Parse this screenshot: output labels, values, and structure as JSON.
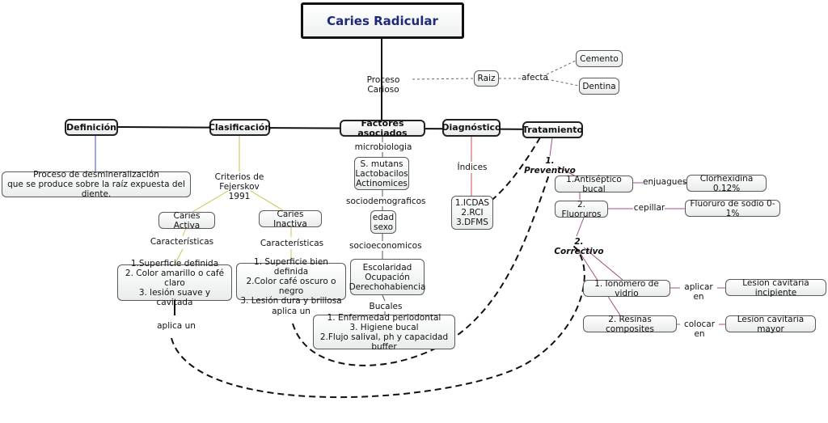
{
  "root": "Caries  Radicular",
  "proceso": {
    "label": "Proceso Carioso",
    "raiz": "Raiz",
    "afecta": "afecta",
    "cemento": "Cemento",
    "dentina": "Dentina"
  },
  "definicion": {
    "title": "Definición",
    "text": "Proceso de desmineralización\nque se produce sobre la raíz expuesta del diente."
  },
  "clasificacion": {
    "title": "Clasificación",
    "criterios": "Criterios de\nFejerskov 1991",
    "activa": {
      "title": "Caries Activa",
      "caracteristicas": "Características",
      "items": "1.Superficie definida\n2. Color amarillo o café claro\n3. lesión suave y cavitada",
      "aplica": "aplica un"
    },
    "inactiva": {
      "title": "Caries Inactiva",
      "caracteristicas": "Características",
      "items": "1. Superficie bien definida\n2.Color café oscuro o negro\n3. Lesión dura y brillosa",
      "aplica": "aplica un"
    }
  },
  "factores": {
    "title": "Factores asociados",
    "microbiologia": "microbiologia",
    "micro_items": "S. mutans\nLactobacilos\nActinomices",
    "socio_demo": "sociodemograficos",
    "demo_items": "edad\nsexo",
    "socio_eco": "socioeconomicos",
    "eco_items": "Escolaridad\nOcupación\nDerechohabiencia",
    "bucales": "Bucales",
    "bucal_items": "1. Enfermedad periodontal\n3. Higiene bucal\n2.Flujo salival, ph y capacidad buffer"
  },
  "diagnostico": {
    "title": "Diagnóstico",
    "indices": "Índices",
    "items": "1.ICDAS\n2.RCI\n3.DFMS"
  },
  "tratamiento": {
    "title": "Tratamiento",
    "preventivo": "1. Preventivo",
    "antiseptico": "1.Antiséptico bucal",
    "enjuagues": "enjuagues",
    "clorhexidina": "Clorhexidina 0.12%",
    "fluoruros": "2. Fluoruros",
    "cepillar": "cepillar",
    "fluoruro_sodio": "Fluoruro de sodio 0-1%",
    "correctivo": "2. Correctivo",
    "ionomero": "1. Ionomero de vidrio",
    "aplicar_en": "aplicar en",
    "lesion_incipiente": "Lesion cavitaria incipiente",
    "resinas": "2. Resinas composites",
    "colocar_en": "colocar en",
    "lesion_mayor": "Lesion cavitaria mayor"
  },
  "colors": {
    "root_text": "#1e2a78",
    "line_main": "#111111",
    "line_definicion": "#3b4bc4",
    "line_clasificacion": "#c8c44a",
    "line_factores": "#555555",
    "line_diagnostico": "#d94a4a",
    "line_tratamiento": "#a0508a"
  }
}
